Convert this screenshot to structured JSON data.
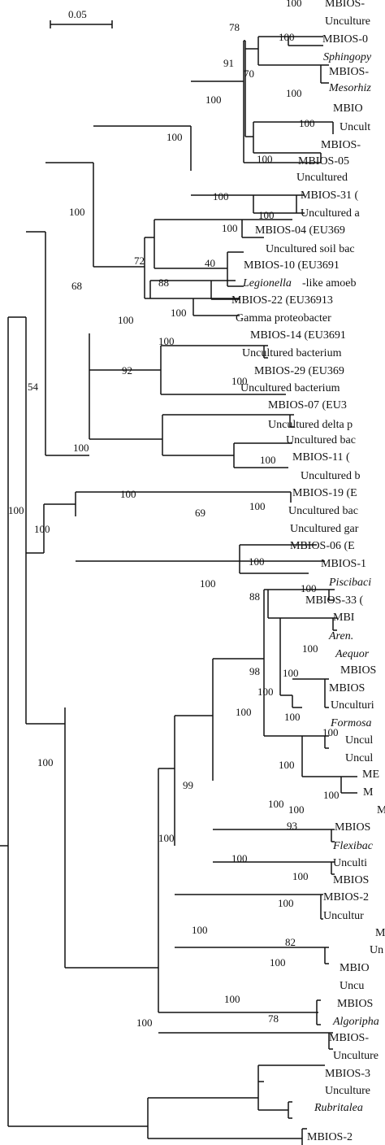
{
  "scale_bar": {
    "label": "0.05"
  },
  "tip_labels": [
    {
      "id": "t1",
      "text": "MBIOS-",
      "italic": false
    },
    {
      "id": "t2",
      "text": "Unculture",
      "italic": false
    },
    {
      "id": "t3",
      "text": "MBIOS-0",
      "italic": false
    },
    {
      "id": "t4",
      "text": "Sphingopy",
      "italic": true
    },
    {
      "id": "t5",
      "text": "MBIOS-",
      "italic": false
    },
    {
      "id": "t6",
      "text": "Mesorhiz",
      "italic": true
    },
    {
      "id": "t7",
      "text": "MBIO",
      "italic": false
    },
    {
      "id": "t8",
      "text": "Uncult",
      "italic": false
    },
    {
      "id": "t9",
      "text": "MBIOS-",
      "italic": false
    },
    {
      "id": "t10",
      "text": "MBIOS-05",
      "italic": false
    },
    {
      "id": "t11",
      "text": "Uncultured",
      "italic": false
    },
    {
      "id": "t12",
      "text": "MBIOS-31 (",
      "italic": false
    },
    {
      "id": "t13",
      "text": "Uncultured a",
      "italic": false
    },
    {
      "id": "t14",
      "text": "MBIOS-04 (EU369",
      "italic": false
    },
    {
      "id": "t15",
      "text": "Uncultured soil bac",
      "italic": false
    },
    {
      "id": "t16",
      "text": "MBIOS-10 (EU3691",
      "italic": false
    },
    {
      "id": "t17a",
      "text": "Legionella",
      "italic": true
    },
    {
      "id": "t17b",
      "text": "-like amoeb",
      "italic": false
    },
    {
      "id": "t18",
      "text": "MBIOS-22 (EU36913",
      "italic": false
    },
    {
      "id": "t19",
      "text": "Gamma proteobacter",
      "italic": false
    },
    {
      "id": "t20",
      "text": "MBIOS-14 (EU3691",
      "italic": false
    },
    {
      "id": "t21",
      "text": "Uncultured bacterium",
      "italic": false
    },
    {
      "id": "t22",
      "text": "MBIOS-29 (EU369",
      "italic": false
    },
    {
      "id": "t23",
      "text": "Uncultured bacterium",
      "italic": false
    },
    {
      "id": "t24",
      "text": "MBIOS-07 (EU3",
      "italic": false
    },
    {
      "id": "t25",
      "text": "Uncultured delta p",
      "italic": false
    },
    {
      "id": "t26",
      "text": "Uncultured bac",
      "italic": false
    },
    {
      "id": "t27",
      "text": "MBIOS-11 (",
      "italic": false
    },
    {
      "id": "t28",
      "text": "Uncultured b",
      "italic": false
    },
    {
      "id": "t29",
      "text": "MBIOS-19 (E",
      "italic": false
    },
    {
      "id": "t30",
      "text": "Uncultured bac",
      "italic": false
    },
    {
      "id": "t31",
      "text": "Uncultured gar",
      "italic": false
    },
    {
      "id": "t32",
      "text": "MBIOS-06 (E",
      "italic": false
    },
    {
      "id": "t33",
      "text": "MBIOS-1",
      "italic": false
    },
    {
      "id": "t34",
      "text": "Piscibaci",
      "italic": true
    },
    {
      "id": "t35",
      "text": "MBIOS-33 (",
      "italic": false
    },
    {
      "id": "t36",
      "text": "MBI",
      "italic": false
    },
    {
      "id": "t37",
      "text": "Aren.",
      "italic": true
    },
    {
      "id": "t38",
      "text": "Aequor",
      "italic": true
    },
    {
      "id": "t39",
      "text": "MBIOS",
      "italic": false
    },
    {
      "id": "t40",
      "text": "MBIOS",
      "italic": false
    },
    {
      "id": "t41",
      "text": "Unculturi",
      "italic": false
    },
    {
      "id": "t42",
      "text": "Formosa",
      "italic": true
    },
    {
      "id": "t43",
      "text": "Uncul",
      "italic": false
    },
    {
      "id": "t44",
      "text": "Uncul",
      "italic": false
    },
    {
      "id": "t45",
      "text": "ME",
      "italic": false
    },
    {
      "id": "t46",
      "text": "M",
      "italic": false
    },
    {
      "id": "t47",
      "text": "M",
      "italic": false
    },
    {
      "id": "t48",
      "text": "MBIOS",
      "italic": false
    },
    {
      "id": "t49",
      "text": "Flexibac",
      "italic": true
    },
    {
      "id": "t50",
      "text": "Unculti",
      "italic": false
    },
    {
      "id": "t51",
      "text": "MBIOS",
      "italic": false
    },
    {
      "id": "t52",
      "text": "MBIOS-2",
      "italic": false
    },
    {
      "id": "t53",
      "text": "Uncultur",
      "italic": false
    },
    {
      "id": "t54",
      "text": "M",
      "italic": false
    },
    {
      "id": "t55",
      "text": "Un",
      "italic": false
    },
    {
      "id": "t56",
      "text": "MBIO",
      "italic": false
    },
    {
      "id": "t57",
      "text": "Uncu",
      "italic": false
    },
    {
      "id": "t58",
      "text": "MBIOS",
      "italic": false
    },
    {
      "id": "t59",
      "text": "Algoripha",
      "italic": true
    },
    {
      "id": "t60",
      "text": "MBIOS-",
      "italic": false
    },
    {
      "id": "t61",
      "text": "Unculture",
      "italic": false
    },
    {
      "id": "t62",
      "text": "MBIOS-3",
      "italic": false
    },
    {
      "id": "t63",
      "text": "Unculture",
      "italic": false
    },
    {
      "id": "t64",
      "text": "Rubritalea",
      "italic": true
    },
    {
      "id": "t65",
      "text": "MBIOS-2",
      "italic": false
    }
  ],
  "support_values": [
    {
      "id": "s1",
      "text": "100"
    },
    {
      "id": "s2",
      "text": "78"
    },
    {
      "id": "s3",
      "text": "100"
    },
    {
      "id": "s4",
      "text": "91"
    },
    {
      "id": "s5",
      "text": "70"
    },
    {
      "id": "s6",
      "text": "100"
    },
    {
      "id": "s7",
      "text": "100"
    },
    {
      "id": "s8",
      "text": "100"
    },
    {
      "id": "s9",
      "text": "100"
    },
    {
      "id": "s10",
      "text": "100"
    },
    {
      "id": "s11",
      "text": "100"
    },
    {
      "id": "s12",
      "text": "100"
    },
    {
      "id": "s13",
      "text": "100"
    },
    {
      "id": "s14",
      "text": "100"
    },
    {
      "id": "s15",
      "text": "40"
    },
    {
      "id": "s16",
      "text": "72"
    },
    {
      "id": "s17",
      "text": "88"
    },
    {
      "id": "s18",
      "text": "68"
    },
    {
      "id": "s19",
      "text": "100"
    },
    {
      "id": "s20",
      "text": "100"
    },
    {
      "id": "s21",
      "text": "100"
    },
    {
      "id": "s22",
      "text": "100"
    },
    {
      "id": "s23",
      "text": "92"
    },
    {
      "id": "s24",
      "text": "100"
    },
    {
      "id": "s25",
      "text": "100"
    },
    {
      "id": "s26",
      "text": "100"
    },
    {
      "id": "s27",
      "text": "69"
    },
    {
      "id": "s28",
      "text": "54"
    },
    {
      "id": "s29",
      "text": "100"
    },
    {
      "id": "s30",
      "text": "100"
    },
    {
      "id": "s31",
      "text": "100"
    },
    {
      "id": "s32",
      "text": "100"
    },
    {
      "id": "s33",
      "text": "100"
    },
    {
      "id": "s34",
      "text": "88"
    },
    {
      "id": "s35",
      "text": "100"
    },
    {
      "id": "s36",
      "text": "100"
    },
    {
      "id": "s37",
      "text": "98"
    },
    {
      "id": "s38",
      "text": "100"
    },
    {
      "id": "s39",
      "text": "100"
    },
    {
      "id": "s40",
      "text": "100"
    },
    {
      "id": "s41",
      "text": "100"
    },
    {
      "id": "s42",
      "text": "100"
    },
    {
      "id": "s43",
      "text": "100"
    },
    {
      "id": "s44",
      "text": "99"
    },
    {
      "id": "s45",
      "text": "100"
    },
    {
      "id": "s46",
      "text": "100"
    },
    {
      "id": "s47",
      "text": "100"
    },
    {
      "id": "s48",
      "text": "100"
    },
    {
      "id": "s49",
      "text": "93"
    },
    {
      "id": "s50",
      "text": "100"
    },
    {
      "id": "s51",
      "text": "100"
    },
    {
      "id": "s52",
      "text": "100"
    },
    {
      "id": "s53",
      "text": "100"
    },
    {
      "id": "s54",
      "text": "100"
    },
    {
      "id": "s55",
      "text": "82"
    },
    {
      "id": "s56",
      "text": "100"
    },
    {
      "id": "s57",
      "text": "100"
    },
    {
      "id": "s58",
      "text": "100"
    },
    {
      "id": "s59",
      "text": "78"
    }
  ]
}
